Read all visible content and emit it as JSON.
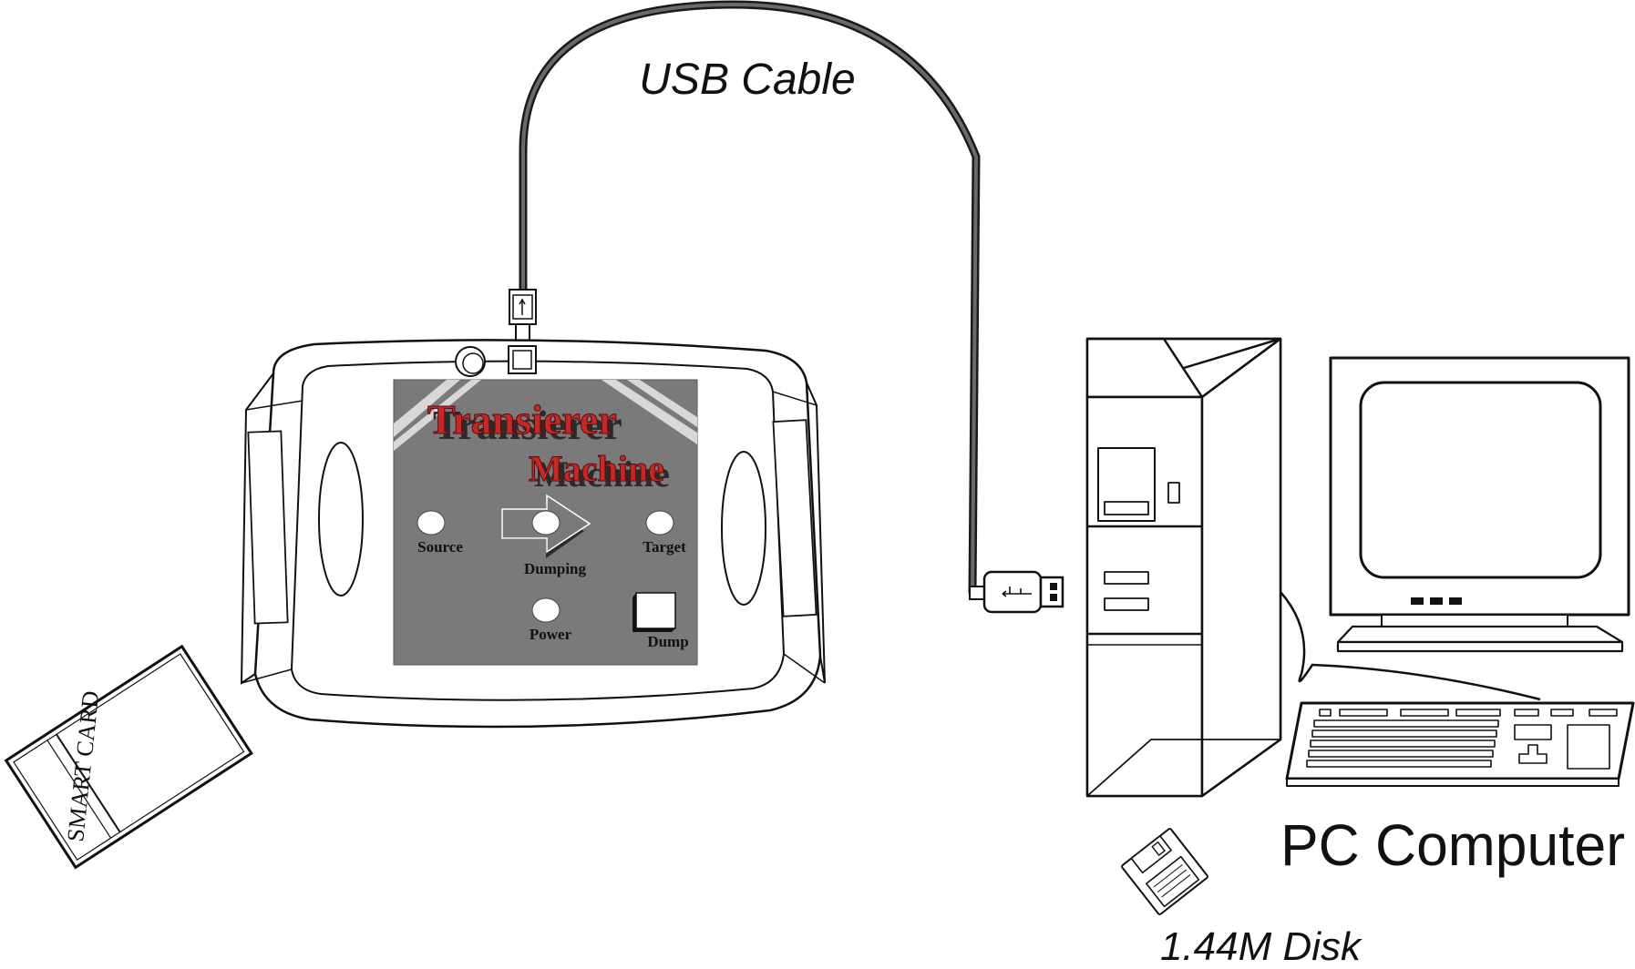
{
  "labels": {
    "usb_cable": "USB Cable",
    "pc_computer": "PC Computer",
    "disk": "1.44M Disk",
    "smart_card": "SMART CARD"
  },
  "device": {
    "title_line1": "Transierer",
    "title_line2": "Machine",
    "source": "Source",
    "dumping": "Dumping",
    "target": "Target",
    "power": "Power",
    "dump": "Dump"
  },
  "colors": {
    "panel": "#7a7a7a",
    "title_red": "#c62828",
    "title_shadow": "#2b2b2b",
    "line": "#1a1a1a",
    "cable": "#555555",
    "led": "#ffffff"
  }
}
